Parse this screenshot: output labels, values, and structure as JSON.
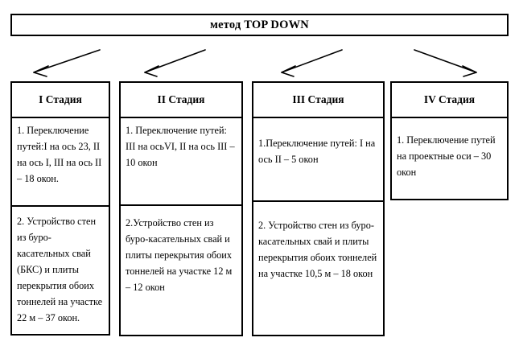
{
  "diagram": {
    "title": "метод TOP DOWN",
    "arrows": [
      {
        "name": "arrow-to-stage-1",
        "direction": "down-left"
      },
      {
        "name": "arrow-to-stage-2",
        "direction": "down-left"
      },
      {
        "name": "arrow-to-stage-3",
        "direction": "down-left"
      },
      {
        "name": "arrow-to-stage-4",
        "direction": "down-right"
      }
    ],
    "columns": [
      {
        "header": "I Стадия",
        "cells": [
          "1. Переключение путей:I на ось 23,  II на ось I, III на ось II – 18 окон.",
          "2. Устройство стен из буро-касательных свай (БКС) и плиты перекрытия обоих тоннелей на участке 22 м – 37 окон."
        ]
      },
      {
        "header": "II Стадия",
        "cells": [
          "1. Переключение путей: III на осьVI, II на ось III – 10 окон",
          "2.Устройство стен из буро-касательных свай и плиты перекрытия обоих тоннелей на участке 12 м – 12 окон"
        ]
      },
      {
        "header": "III Стадия",
        "cells": [
          "1.Переключение путей: I на ось II – 5 окон",
          "2. Устройство стен из буро-касательных свай и плиты перекрытия обоих тоннелей на участке 10,5 м – 18 окон"
        ]
      },
      {
        "header": "IV Стадия",
        "cells": [
          "1. Переключение путей на проектные оси – 30 окон"
        ]
      }
    ],
    "colors": {
      "stroke": "#000000",
      "background": "#ffffff",
      "text": "#000000"
    }
  }
}
